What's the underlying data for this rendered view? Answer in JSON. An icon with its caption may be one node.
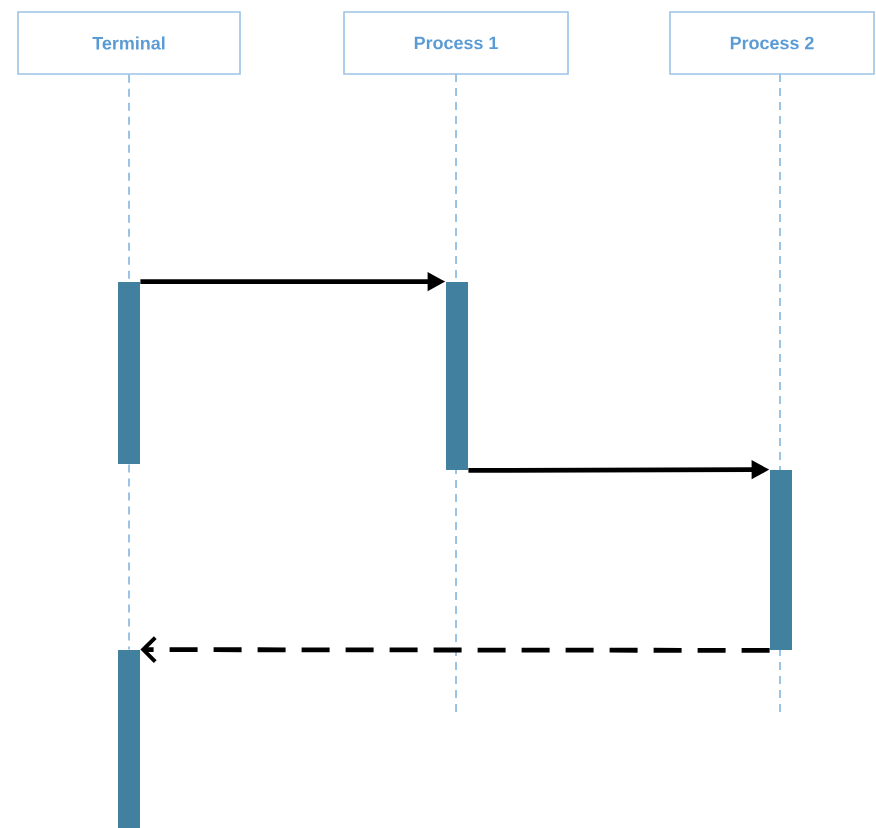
{
  "diagram": {
    "nodes": [
      {
        "text": [
          "Terminal"
        ]
      },
      {
        "text": [
          "Process 1"
        ]
      },
      {
        "text": [
          "Process 2"
        ]
      },
      {
        "text": [],
        "shape": "bar"
      },
      {
        "text": [],
        "shape": "bar"
      },
      {
        "text": [],
        "shape": "bar"
      },
      {
        "text": [],
        "shape": "bar"
      }
    ],
    "edges": [
      {
        "from": 0,
        "to": 3,
        "arrow": "none",
        "style": "dashed",
        "color": "#5b9bd5"
      },
      {
        "from": 3,
        "to": 6,
        "arrow": "none",
        "style": "dashed",
        "color": "#5b9bd5"
      },
      {
        "from": 3,
        "to": 4,
        "arrow": "to"
      },
      {
        "from": 4,
        "to": 5,
        "arrow": "to"
      },
      {
        "from": 5,
        "to": 6,
        "arrow": "to",
        "style": "dashed"
      }
    ]
  }
}
